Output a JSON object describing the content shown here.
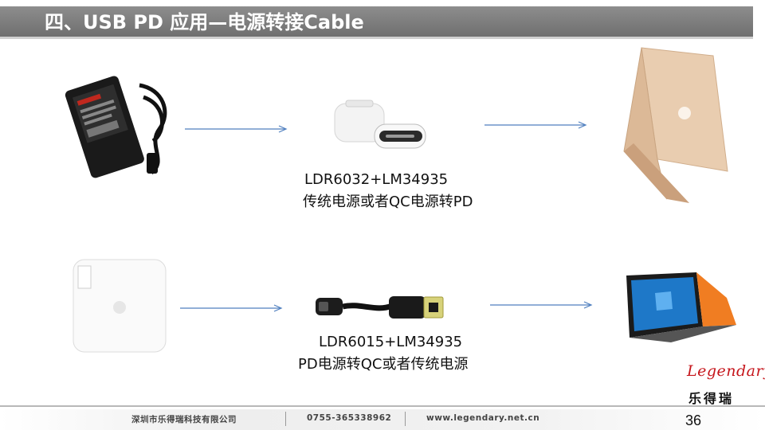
{
  "slide": {
    "title": "四、USB PD 应用—电源转接Cable",
    "page_number": "36"
  },
  "row1": {
    "caption_line1": "LDR6032+LM34935",
    "caption_line2": "传统电源或者QC电源转PD"
  },
  "row2": {
    "caption_line1": "LDR6015+LM34935",
    "caption_line2": "PD电源转QC或者传统电源"
  },
  "footer": {
    "company": "深圳市乐得瑞科技有限公司",
    "phone": "0755-365338962",
    "website": "www.legendary.net.cn"
  },
  "logo": {
    "script": "Legendary",
    "chinese": "乐得瑞"
  },
  "colors": {
    "arrow": "#4f7fbf",
    "title_bar": "#7a7a7a",
    "logo_red": "#c6161c"
  }
}
